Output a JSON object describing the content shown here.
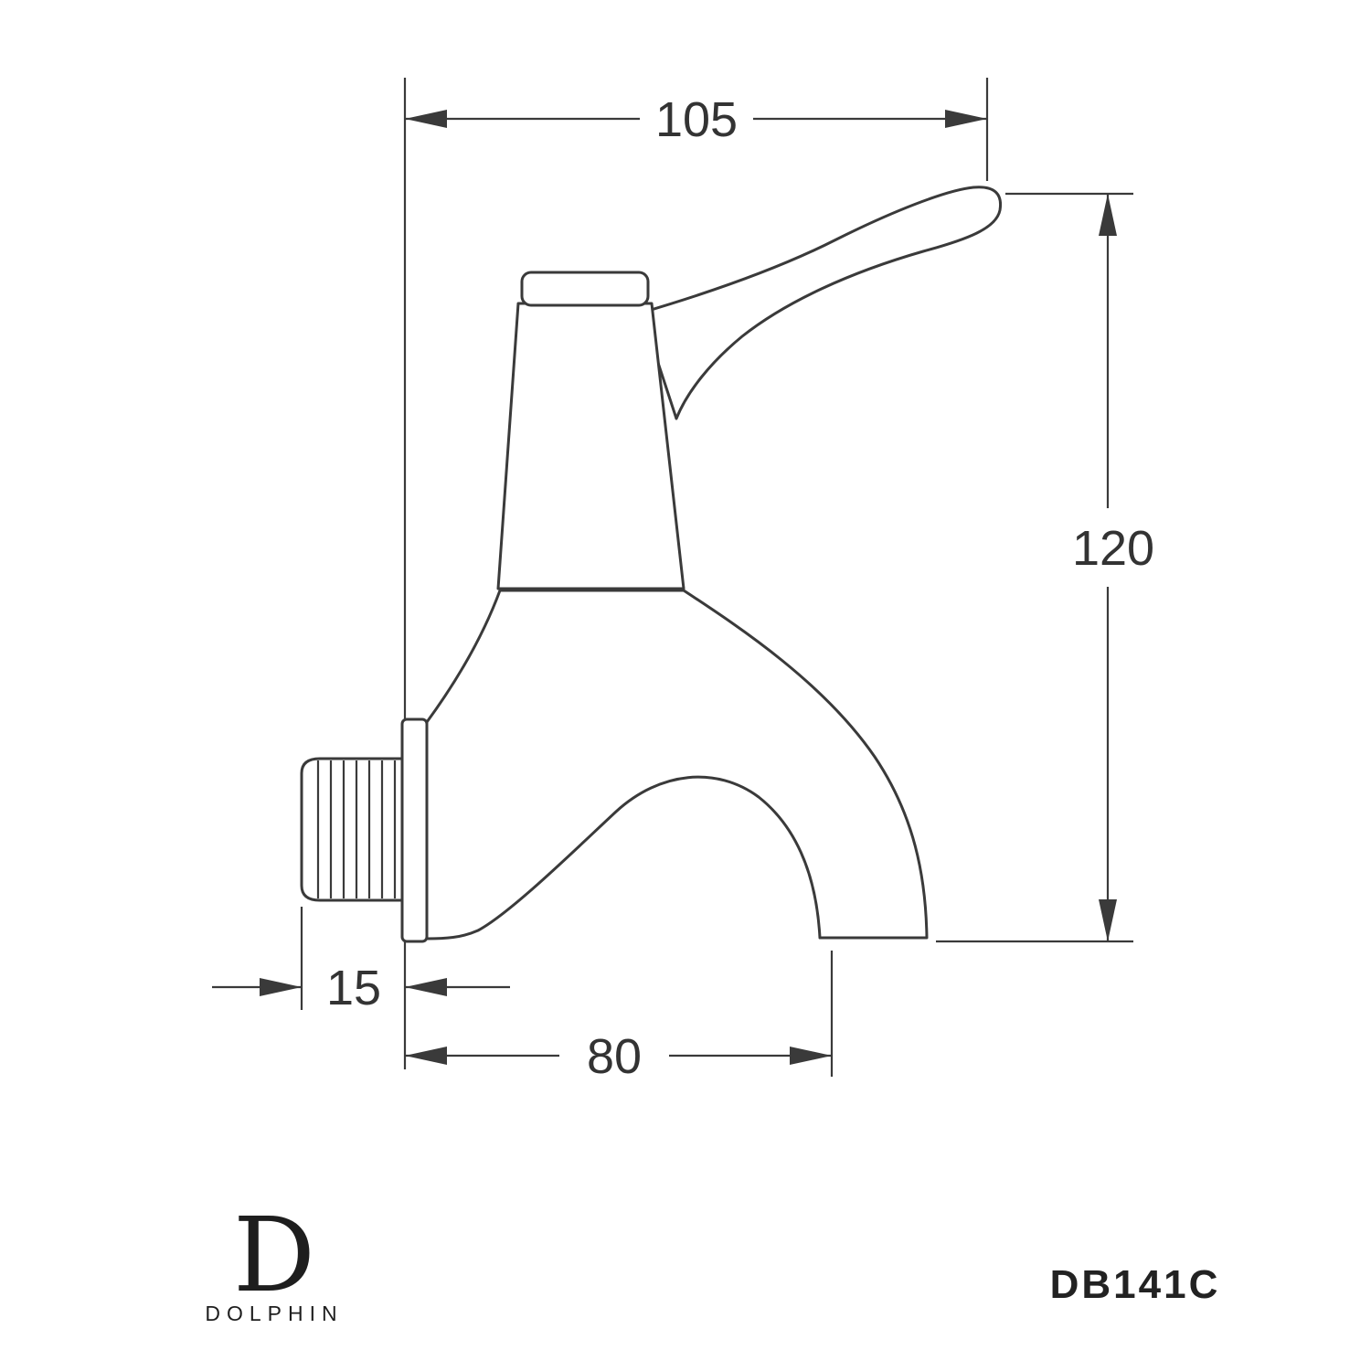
{
  "diagram": {
    "type": "technical-dimension-drawing",
    "subject": "lever bib tap side elevation",
    "dim_top_width": "105",
    "dim_right_height": "120",
    "dim_inlet": "15",
    "dim_reach": "80"
  },
  "branding": {
    "monogram": "D",
    "name": "DOLPHIN"
  },
  "product_code": "DB141C",
  "colors": {
    "line": "#3a3a3a",
    "background": "#ffffff",
    "text": "#333333"
  }
}
